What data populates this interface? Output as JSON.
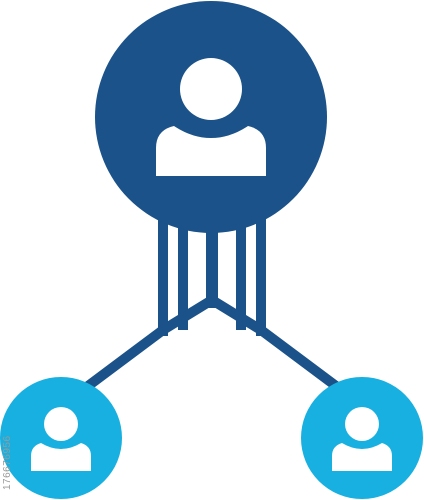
{
  "icon": {
    "name": "user-network-icon",
    "colors": {
      "primary": "#1a5289",
      "secondary": "#17b0e0",
      "background": "#ffffff"
    },
    "nodes": [
      {
        "role": "parent",
        "icon": "user-icon"
      },
      {
        "role": "child-left",
        "icon": "user-icon"
      },
      {
        "role": "child-right",
        "icon": "user-icon"
      }
    ]
  },
  "watermark": {
    "id_text": "176676956"
  }
}
